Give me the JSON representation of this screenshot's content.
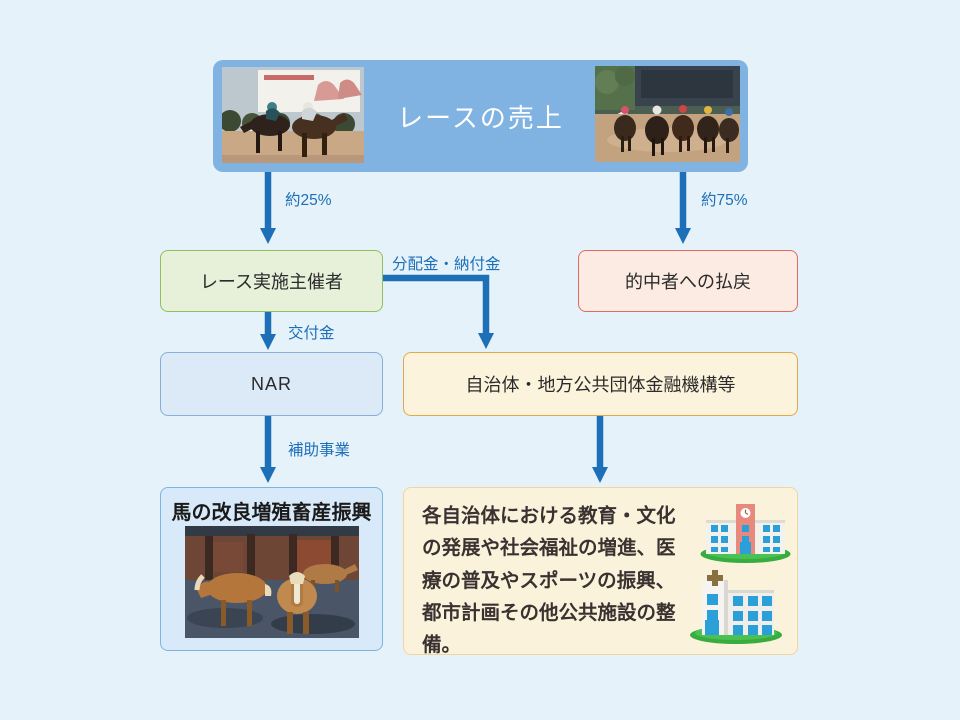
{
  "diagram": {
    "title_box": {
      "title": "レースの売上"
    },
    "flow_labels": {
      "to_organizer_pct": "約25%",
      "to_payout_pct": "約75%",
      "distribution": "分配金・納付金",
      "grant": "交付金",
      "subsidy": "補助事業"
    },
    "nodes": {
      "organizer": {
        "label": "レース実施主催者"
      },
      "payout": {
        "label": "的中者への払戻"
      },
      "nar": {
        "label": "NAR"
      },
      "municipality": {
        "label": "自治体・地方公共団体金融機構等"
      },
      "horse_improvement": {
        "title": "馬の改良増殖畜産振興"
      },
      "public_use": {
        "text": "各自治体における教育・文化の発展や社会福祉の増進、医療の普及やスポーツの振興、都市計画その他公共施設の整備。"
      }
    },
    "images": {
      "photo1": "horse-race-finish-photo",
      "photo2": "horse-race-pack-photo",
      "photo3": "horses-paddock-photo"
    },
    "icons": {
      "school": "school-building-icon",
      "hospital": "hospital-building-icon"
    },
    "colors": {
      "background": "#e5f2fa",
      "arrow": "#1d6fb8",
      "flow_label_text": "#1d6fb8",
      "top_box_fill": "#80b3e2",
      "organizer_fill": "#e7f1da",
      "organizer_border": "#8fbf60",
      "payout_fill": "#fcebe3",
      "payout_border": "#e2695f",
      "nar_fill": "#dce9f6",
      "nar_border": "#8aaed6",
      "municipality_fill": "#fcf3dc",
      "municipality_border": "#e2a84e",
      "horse_improvement_fill": "#d8eafa",
      "horse_improvement_border": "#7db4e0",
      "public_use_fill": "#fbf2dc",
      "public_use_border": "#efd6a0"
    }
  }
}
